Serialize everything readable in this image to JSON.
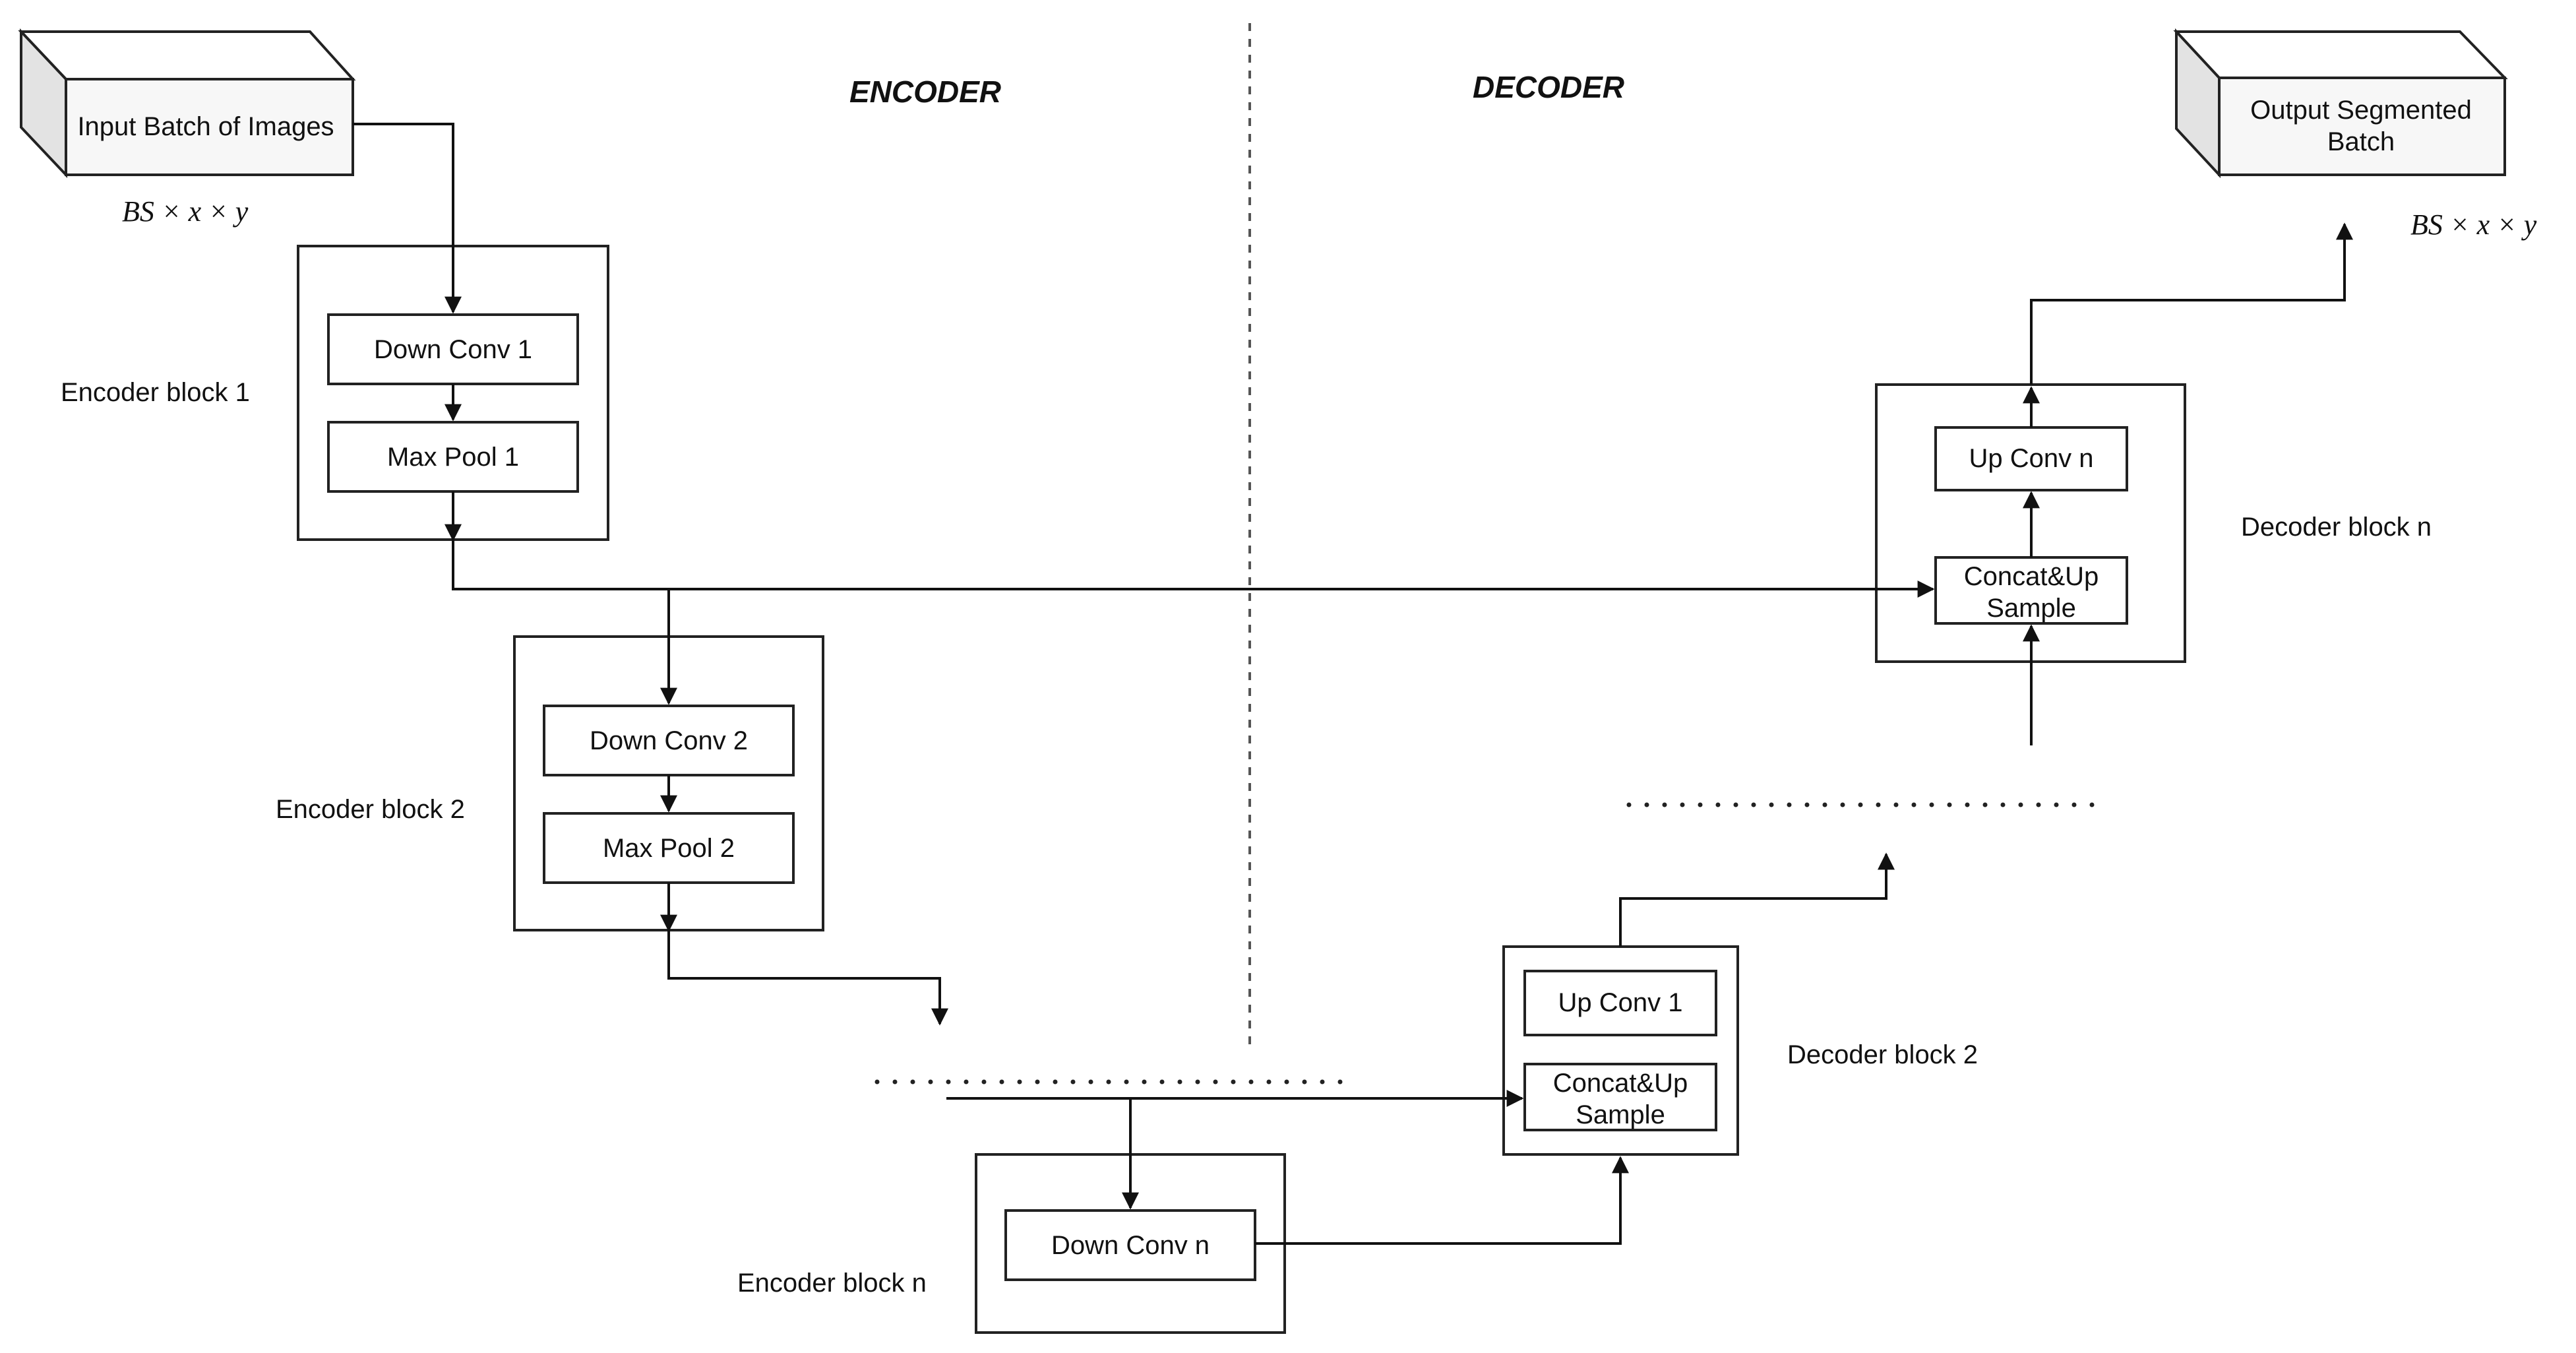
{
  "headers": {
    "encoder": "ENCODER",
    "decoder": "DECODER"
  },
  "input": {
    "label": "Input Batch of Images",
    "dims": "BS × x × y"
  },
  "output": {
    "label_line1": "Output Segmented",
    "label_line2": "Batch",
    "dims": "BS × x × y"
  },
  "encoder_blocks": [
    {
      "label": "Encoder block 1",
      "conv": "Down Conv 1",
      "pool": "Max Pool 1"
    },
    {
      "label": "Encoder block 2",
      "conv": "Down Conv 2",
      "pool": "Max Pool 2"
    },
    {
      "label": "Encoder block n",
      "conv": "Down Conv n"
    }
  ],
  "decoder_blocks": [
    {
      "label": "Decoder block 2",
      "up": "Up Conv 1",
      "concat_line1": "Concat&Up",
      "concat_line2": "Sample"
    },
    {
      "label": "Decoder block n",
      "up": "Up Conv n",
      "concat_line1": "Concat&Up",
      "concat_line2": "Sample"
    }
  ]
}
